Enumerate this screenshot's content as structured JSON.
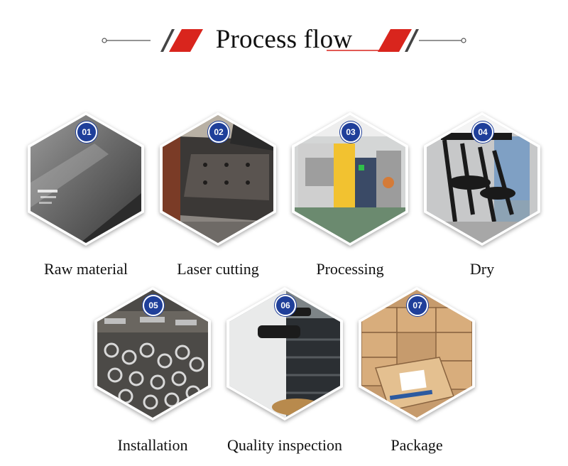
{
  "header": {
    "title": "Process flow"
  },
  "colors": {
    "accent": "#d9251d",
    "badge": "#1f3f9a"
  },
  "steps": [
    {
      "number": "01",
      "label": "Raw material"
    },
    {
      "number": "02",
      "label": "Laser cutting"
    },
    {
      "number": "03",
      "label": "Processing"
    },
    {
      "number": "04",
      "label": "Dry"
    },
    {
      "number": "05",
      "label": "Installation"
    },
    {
      "number": "06",
      "label": "Quality inspection"
    },
    {
      "number": "07",
      "label": "Package"
    }
  ]
}
